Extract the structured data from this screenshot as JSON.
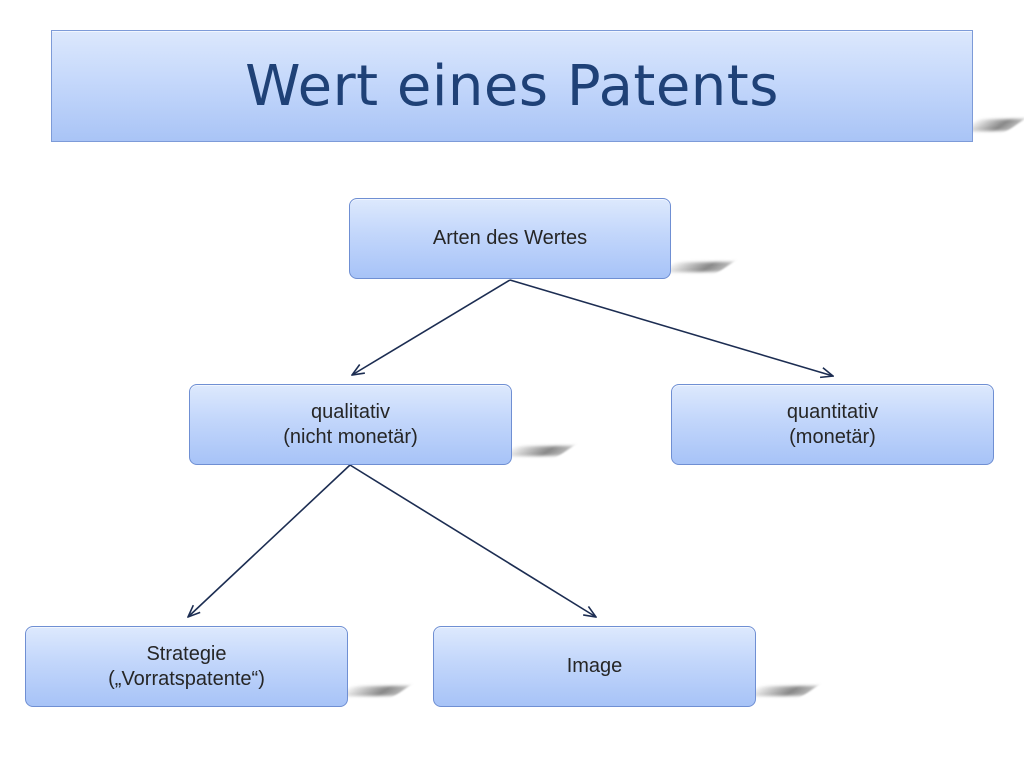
{
  "slide": {
    "title": "Wert eines Patents"
  },
  "nodes": {
    "root": "Arten des Wertes",
    "qualitativ": "qualitativ\n(nicht monetär)",
    "quantitativ": "quantitativ\n(monetär)",
    "strategie": "Strategie\n(„Vorratspatente“)",
    "image": "Image"
  },
  "colors": {
    "box_border": "#6f8fd3",
    "title_text": "#1f4177",
    "arrow": "#1c2d52"
  }
}
